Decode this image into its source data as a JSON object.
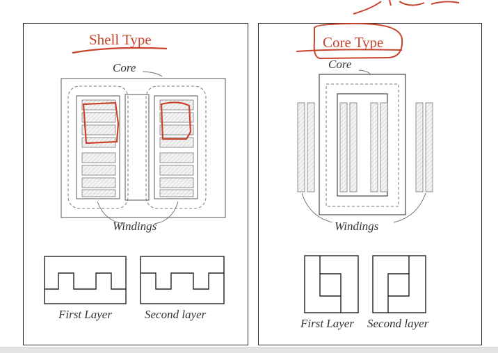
{
  "shell": {
    "title": "Shell Type",
    "core_label": "Core",
    "windings_label": "Windings",
    "first_layer_label": "First Layer",
    "second_layer_label": "Second layer"
  },
  "core_type": {
    "title": "Core Type",
    "core_label": "Core",
    "windings_label": "Windings",
    "first_layer_label": "First Layer",
    "second_layer_label": "Second layer"
  },
  "colors": {
    "annotation": "#c8432b",
    "line": "#2a2a2a",
    "dashed": "#777777",
    "winding_fill": "#eeeeee"
  }
}
